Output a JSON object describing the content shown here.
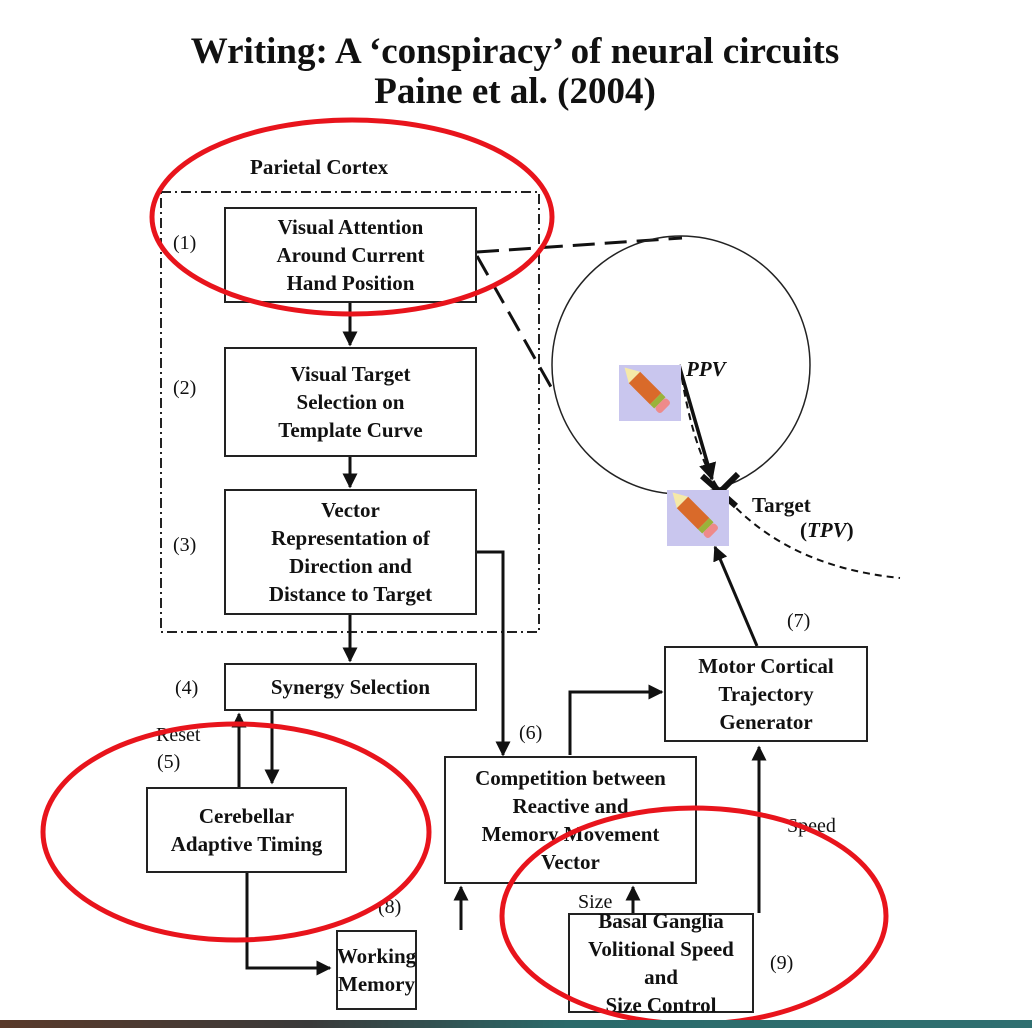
{
  "title": {
    "line1": "Writing: A ‘conspiracy’ of neural circuits",
    "line2": "Paine et al. (2004)"
  },
  "parietal_cortex": {
    "label": "Parietal Cortex"
  },
  "nodes": [
    {
      "id": "1",
      "number": "(1)",
      "text": "Visual Attention\nAround Current\nHand Position"
    },
    {
      "id": "2",
      "number": "(2)",
      "text": "Visual Target\nSelection on\nTemplate Curve"
    },
    {
      "id": "3",
      "number": "(3)",
      "text": "Vector\nRepresentation of\nDirection and\nDistance to Target"
    },
    {
      "id": "4",
      "number": "(4)",
      "text": "Synergy Selection"
    },
    {
      "id": "5",
      "number": "(5)",
      "text": "Cerebellar\nAdaptive Timing"
    },
    {
      "id": "6",
      "number": "(6)",
      "text": "Competition between\nReactive and\nMemory Movement\nVector"
    },
    {
      "id": "7",
      "number": "(7)",
      "text": "Motor Cortical\nTrajectory\nGenerator"
    },
    {
      "id": "8",
      "number": "(8)",
      "text": "Working\nMemory"
    },
    {
      "id": "9",
      "number": "(9)",
      "text": "Basal Ganglia\nVolitional Speed and\nSize Control"
    }
  ],
  "edge_labels": {
    "reset": "Reset",
    "size": "Size",
    "speed": "Speed"
  },
  "workspace": {
    "ppv": "PPV",
    "target": "Target",
    "tpv": "TPV"
  },
  "colors": {
    "highlight": "#e8141c",
    "pencil_bg": "#c9c6ee",
    "ink": "#111111"
  }
}
